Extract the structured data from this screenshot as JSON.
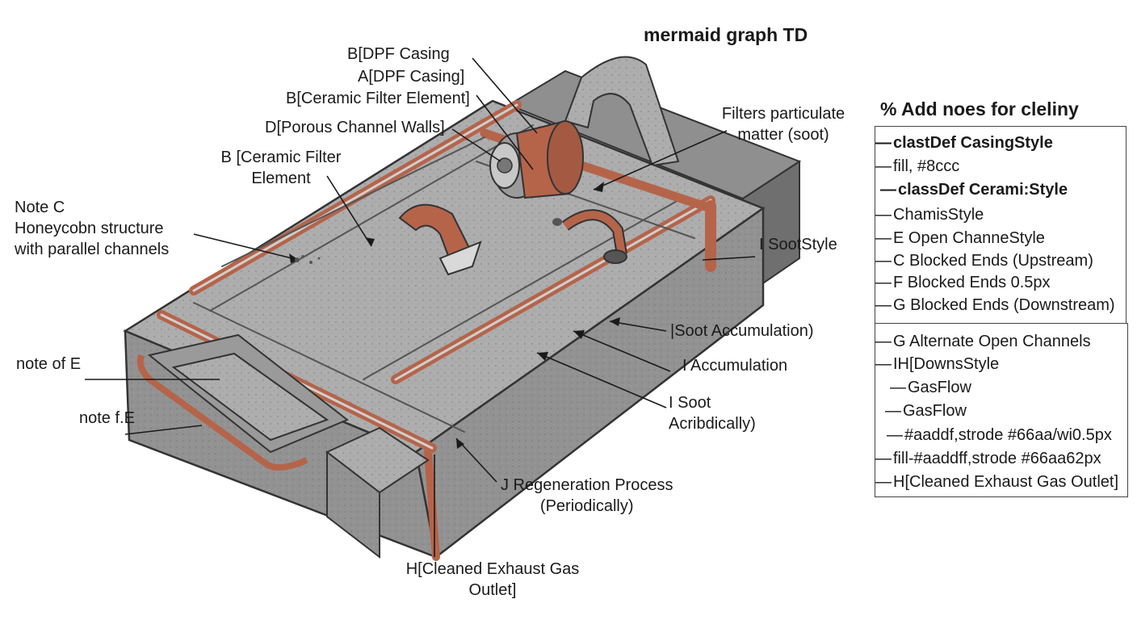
{
  "title": "mermaid graph TD",
  "labels": {
    "b_dpf_casing": "B[DPF Casing",
    "a_dpf_casing": "A[DPF Casing]",
    "b_ceramic_filter_element": "B[Ceramic Filter Element]",
    "d_porous_channel_walls": "D[Porous Channel Walls]",
    "b_ceramic_filter_line1": "B [Ceramic Filter",
    "b_ceramic_filter_line2": "Element",
    "note_c_line1": "Note C",
    "note_c_line2": "Honeycobn structure",
    "note_c_line3": "with parallel channels",
    "filters_line1": "Filters particulate",
    "filters_line2": "matter (soot)",
    "i_sootstyle": "I SootStyle",
    "soot_accum_paren": "|Soot Accumulation)",
    "i_accumulation": "I Accumulation",
    "i_soot_line1": "I Soot",
    "i_soot_line2": "Acribdically)",
    "note_of_e": "note of E",
    "note_f_e": "note f.E",
    "j_regen_line1": "J Regeneration Process",
    "j_regen_line2": "(Periodically)",
    "h_cleaned_line1": "H[Cleaned Exhaust Gas",
    "h_cleaned_line2": "Outlet]"
  },
  "panel": {
    "title": "% Add noes for cleliny",
    "group1": [
      "clastDef CasingStyle",
      "fill, #8ccc",
      "classDef Cerami:Style",
      "ChamisStyle",
      "E Open ChanneStyle",
      "C Blocked Ends (Upstream)",
      "F Blocked Ends 0.5px",
      "G Blocked Ends (Downstream)"
    ],
    "group2": [
      "G Alternate Open Channels",
      "IH[DownsStyle",
      "GasFlow",
      "GasFlow",
      "#aaddf,strode #66aa/wi0.5px",
      "fill-#aaddff,strode #66aa62px",
      "H[Cleaned Exhaust Gas Outlet]"
    ]
  },
  "colors": {
    "concrete": "#a9a9a9",
    "concrete_light": "#bdbdbd",
    "concrete_dark": "#8a8a8a",
    "copper": "#b5644a",
    "outline": "#333333"
  }
}
